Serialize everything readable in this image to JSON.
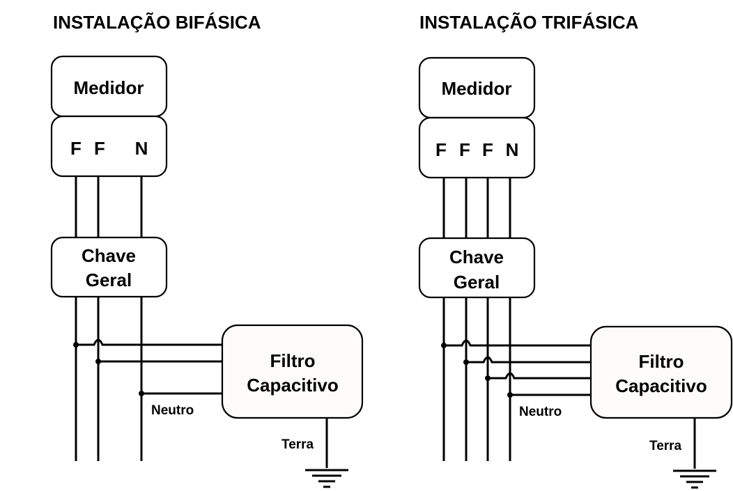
{
  "diagrams": [
    {
      "title": "INSTALAÇÃO BIFÁSICA",
      "meter_label": "Medidor",
      "terminals": [
        "F",
        "F",
        "N"
      ],
      "switch_label": [
        "Chave",
        "Geral"
      ],
      "filter_label": [
        "Filtro",
        "Capacitivo"
      ],
      "neutral_label": "Neutro",
      "ground_label": "Terra"
    },
    {
      "title": "INSTALAÇÃO TRIFÁSICA",
      "meter_label": "Medidor",
      "terminals": [
        "F",
        "F",
        "F",
        "N"
      ],
      "switch_label": [
        "Chave",
        "Geral"
      ],
      "filter_label": [
        "Filtro",
        "Capacitivo"
      ],
      "neutral_label": "Neutro",
      "ground_label": "Terra"
    }
  ]
}
